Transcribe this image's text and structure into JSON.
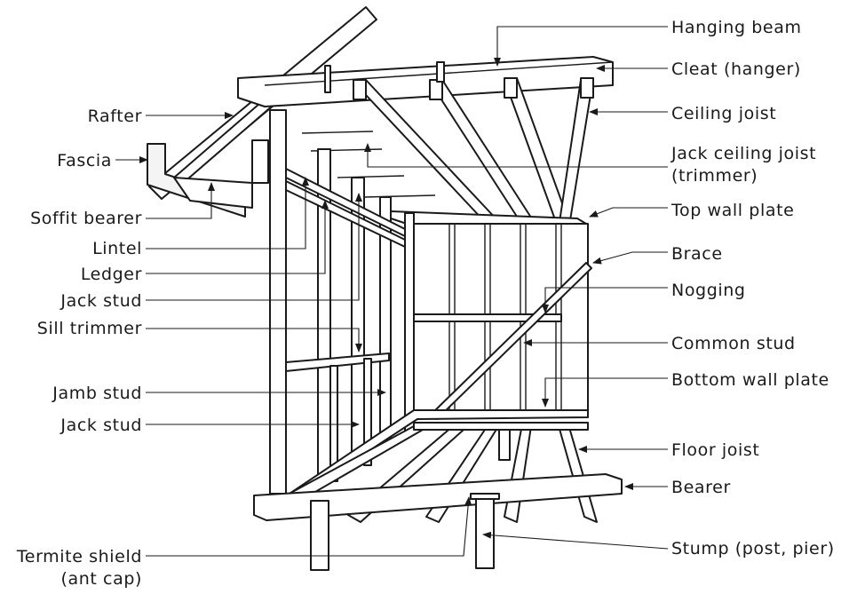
{
  "labels": {
    "hanging_beam": "Hanging beam",
    "cleat": "Cleat (hanger)",
    "ceiling_joist": "Ceiling joist",
    "jack_ceiling_joist_1": "Jack ceiling joist",
    "jack_ceiling_joist_2": "(trimmer)",
    "top_wall_plate": "Top wall plate",
    "brace": "Brace",
    "nogging": "Nogging",
    "common_stud": "Common stud",
    "bottom_wall_plate": "Bottom wall plate",
    "floor_joist": "Floor joist",
    "bearer": "Bearer",
    "stump": "Stump (post, pier)",
    "rafter": "Rafter",
    "fascia": "Fascia",
    "soffit_bearer": "Soffit bearer",
    "lintel": "Lintel",
    "ledger": "Ledger",
    "jack_stud_upper": "Jack stud",
    "sill_trimmer": "Sill trimmer",
    "jamb_stud": "Jamb stud",
    "jack_stud_lower": "Jack stud",
    "termite_shield_1": "Termite shield",
    "termite_shield_2": "(ant cap)"
  }
}
